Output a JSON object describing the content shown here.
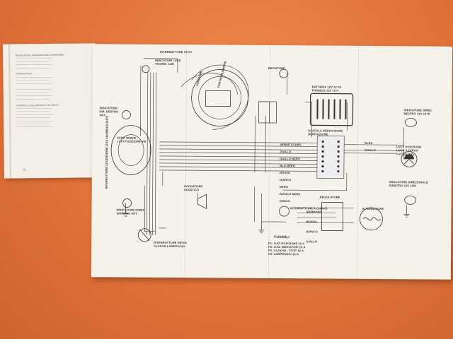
{
  "booklet": {
    "page_number": "12",
    "text": "REGOLAZIONE LAMPEGGIATORI DI DIREZIONE\n────────────────────────\n──────────────────────\n────────────────────────\n──────────────────────\n\nINTERRUTTORI\n────────────────────────\n──────────────────────\n────────────────────────\n\n────────────────────────\n──────────────────────\n────────────────────────\n──────────────────────\n\nCONTROLLO DELL'IMPIANTO ELETTRICO\n────────────────────────\n──────────────────────\n────────────────────────\n──────────────────────\n────────────────────────\n──────────────────────\n────────────────────────"
  },
  "diagram": {
    "labels": {
      "interruttore_stop": "INTERRUTTORE STOP",
      "indicatori_luce": "INDICATORI LUCE\nTACHIM. 12W",
      "contagiri": "CONTAGIRI",
      "deviatore": "DEVIATORE",
      "indicatore_destro_ant": "INDICATORE\nDIR. DESTRO\nANT.",
      "contachilometri": "CONTACHILOMETRI",
      "batteria": "BATTERIA 12V 12 Ah\nFUSIBILE 12V 16 A",
      "indicatore_dir_destro": "INDICATORE DIREZ.\nDESTRO 12V 10 W",
      "scatola_derivazione": "SCATOLA DERIVAZIONE\nDERIVAZIONE",
      "luce_posizione": "LUCE POSIZIONE\nLUCE A TARGA\nLUCE STOP",
      "indicatore_dir_sinistro": "INDICATORE DIREZIONALE\nSINISTRO 12V 10W",
      "regolatore": "REGOLATORE",
      "interruttore_chiave": "INTERRUTTORE A CHIAVE",
      "alternatore": "ALTERNATORE",
      "avvisatore": "AVVISATORE\nACUSTICO",
      "fusibili_title": "FUSIBILI",
      "fusibili_list": "F1: LUCI POSIZIONE 16 A\nF2: LUCI INDICATORI 16 A\nF3: CLAXON - STOP 16 A\nF4: LAMPEGGIO 16 A",
      "interruttore_devio": "INTERRUTTORE DEVIO\nCLAXON LAMPEGGIO",
      "faro": "FARO 25/25W\nLUCI POSIZIONE 5W",
      "indicatore_sinistro_ant": "INDICATORE DIREZ.\nSINISTRO ANT.",
      "accensione_vertical": "INTERRUTTORE  ACCENSIONE  LUCI  ANABBAGLIANTI",
      "wire_labels": [
        "VERDE SCURO",
        "GIALLO",
        "GIALLO NERO",
        "BLU NERO",
        "ROSSO",
        "BIANCO",
        "NERO",
        "BIANCO NERO",
        "GRIGIO"
      ],
      "wire_right": [
        "BLEU",
        "GIALLO"
      ],
      "reg_wires": [
        "MARRONE",
        "ROSSO",
        "BIANCO",
        "GIALLO"
      ]
    }
  }
}
